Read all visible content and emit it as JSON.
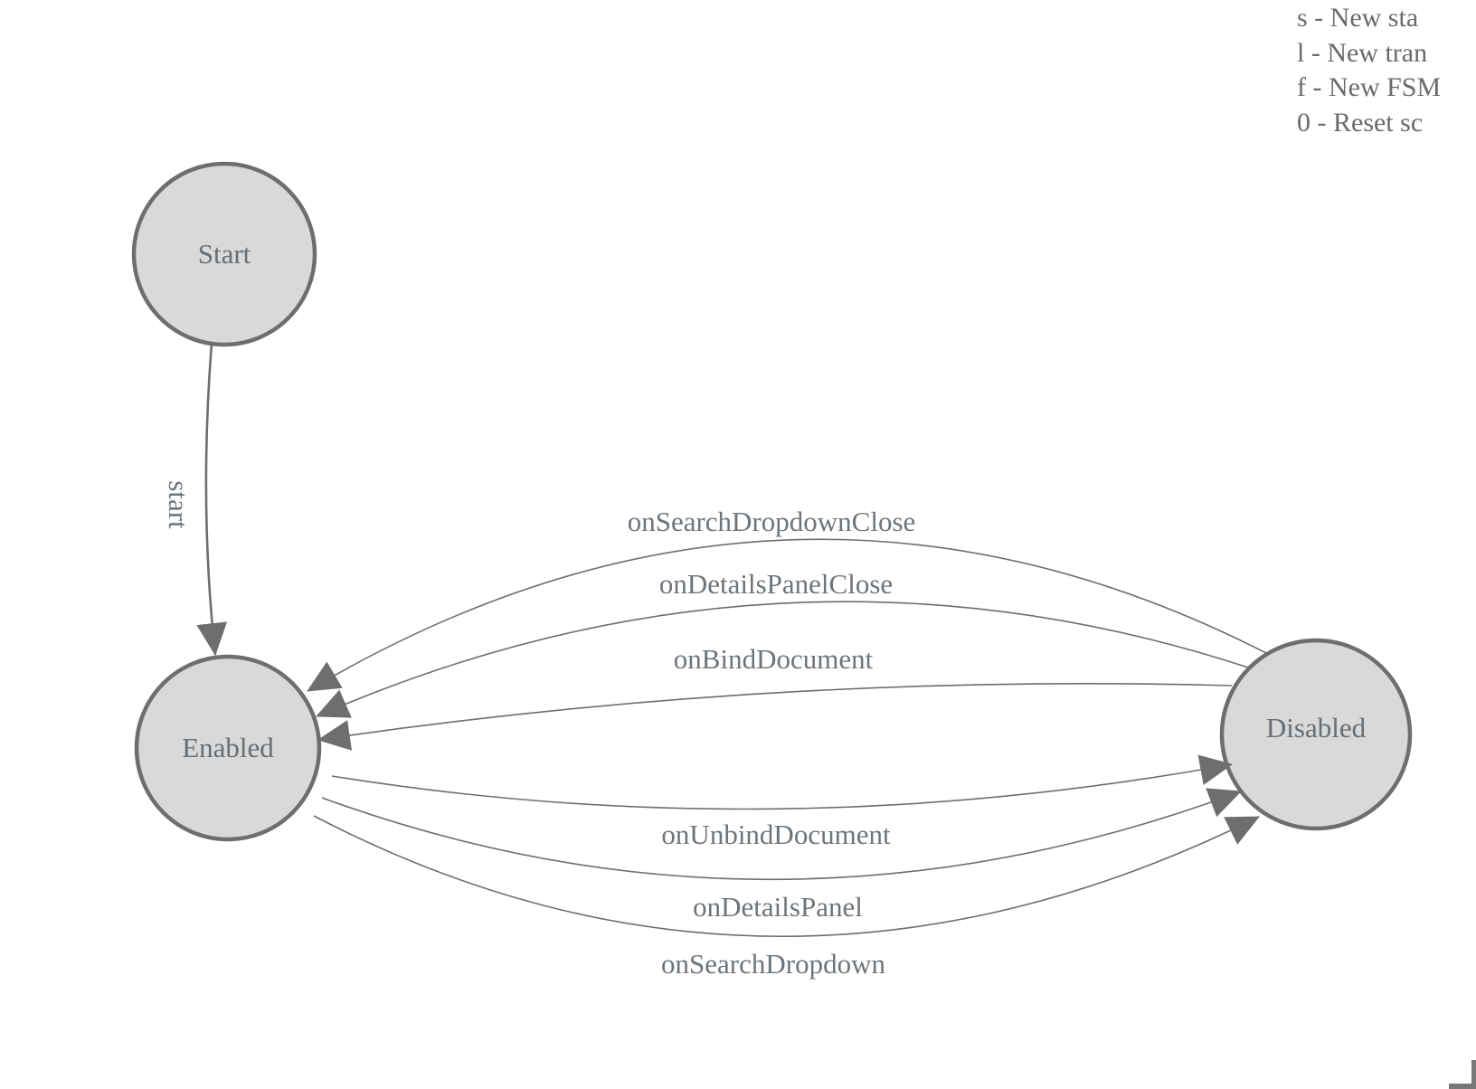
{
  "legend": {
    "lines": [
      {
        "label": "s - New sta"
      },
      {
        "label": "l - New tran"
      },
      {
        "label": "f - New FSM"
      },
      {
        "label": "0 - Reset sc"
      }
    ]
  },
  "diagram": {
    "states": [
      {
        "id": "start",
        "label": "Start"
      },
      {
        "id": "enabled",
        "label": "Enabled"
      },
      {
        "id": "disabled",
        "label": "Disabled"
      }
    ],
    "transitions": [
      {
        "label": "start",
        "from": "Start",
        "to": "Enabled"
      },
      {
        "label": "onSearchDropdownClose",
        "from": "Disabled",
        "to": "Enabled"
      },
      {
        "label": "onDetailsPanelClose",
        "from": "Disabled",
        "to": "Enabled"
      },
      {
        "label": "onBindDocument",
        "from": "Disabled",
        "to": "Enabled"
      },
      {
        "label": "onUnbindDocument",
        "from": "Enabled",
        "to": "Disabled"
      },
      {
        "label": "onDetailsPanel",
        "from": "Enabled",
        "to": "Disabled"
      },
      {
        "label": "onSearchDropdown",
        "from": "Enabled",
        "to": "Disabled"
      }
    ]
  },
  "colors": {
    "node_fill": "#d9d9d9",
    "node_stroke": "#6e6e6e",
    "edge_stroke": "#6e6e6e",
    "arrow_fill": "#6e6e6e",
    "state_text": "#666e74",
    "edge_text": "#6d757b",
    "legend_text": "#6a6a6a"
  }
}
